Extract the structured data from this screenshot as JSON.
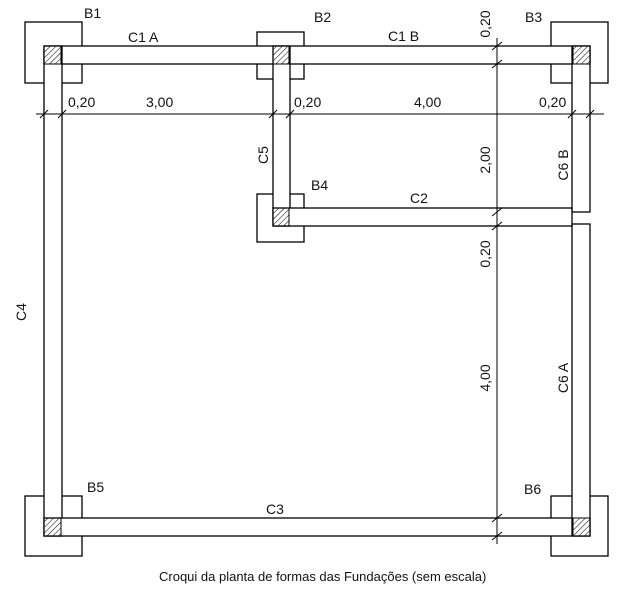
{
  "labels": {
    "b1": "B1",
    "b2": "B2",
    "b3": "B3",
    "b4": "B4",
    "b5": "B5",
    "b6": "B6",
    "c1a": "C1 A",
    "c1b": "C1 B",
    "c2": "C2",
    "c3": "C3",
    "c4": "C4",
    "c5": "C5",
    "c6a": "C6 A",
    "c6b": "C6 B"
  },
  "dimensions": {
    "h_020_left": "0,20",
    "h_300": "3,00",
    "h_020_mid": "0,20",
    "h_400": "4,00",
    "h_020_right": "0,20",
    "v_020_top": "0,20",
    "v_200": "2,00",
    "v_020_mid": "0,20",
    "v_400": "4,00"
  },
  "caption": "Croqui da planta de formas das Fundações (sem escala)"
}
